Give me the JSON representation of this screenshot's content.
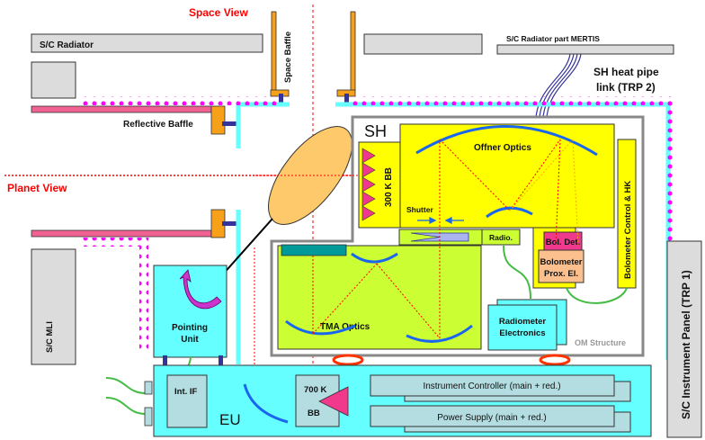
{
  "labels": {
    "space_view": "Space View",
    "planet_view": "Planet View",
    "sc_radiator": "S/C Radiator",
    "space_baffle": "Space Baffle",
    "reflective_baffle": "Reflective Baffle",
    "sc_radiator_mertis": "S/C Radiator part MERTIS",
    "heat_pipe_line1": "SH heat pipe",
    "heat_pipe_line2": "link (TRP 2)",
    "sh": "SH",
    "offner_optics": "Offner Optics",
    "bb_300k": "300 K BB",
    "shutter": "Shutter",
    "radio": "Radio.",
    "bol_det": "Bol. Det.",
    "bolometer_prox_line1": "Bolometer",
    "bolometer_prox_line2": "Prox. El.",
    "bolometer_control": "Bolometer Control & HK",
    "tma_optics": "TMA Optics",
    "radiometer_electronics_line1": "Radiometer",
    "radiometer_electronics_line2": "Electronics",
    "om_structure": "OM Structure",
    "sc_mli": "S/C MLI",
    "pointing_unit_line1": "Pointing",
    "pointing_unit_line2": "Unit",
    "int_if": "Int. IF",
    "eu": "EU",
    "bb_700k_line1": "700 K",
    "bb_700k_line2": "BB",
    "instrument_controller": "Instrument Controller (main + red.)",
    "power_supply": "Power Supply (main + red.)",
    "sc_instrument_panel": "S/C Instrument Panel (TRP 1)"
  },
  "colors": {
    "view_label": "#ff0000",
    "radiator": "#dcdcdc",
    "baffle": "#f7a11a",
    "reflective": "#f06292",
    "mli_dots": "#ff00ff",
    "cyan_structure": "#66ffff",
    "sh_yellow": "#ffff00",
    "tma_green": "#ccff33",
    "mirror_blue": "#1a66ee",
    "eu_box": "#b3dde0",
    "bolometer_prox": "#fbc08e",
    "bol_det": "#f0398c",
    "mount_blue": "#333399",
    "ring_red": "#ff3300",
    "harness_green": "#44bb44"
  }
}
